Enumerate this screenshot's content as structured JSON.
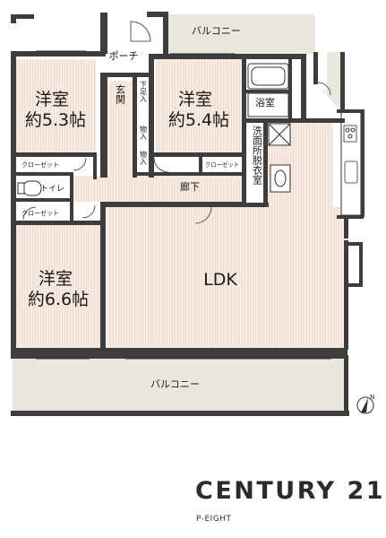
{
  "floorplan": {
    "rooms": {
      "western_room_1": {
        "type": "洋室",
        "size": "約5.3帖"
      },
      "western_room_2": {
        "type": "洋室",
        "size": "約5.4帖"
      },
      "western_room_3": {
        "type": "洋室",
        "size": "約6.6帖"
      },
      "ldk": "LDK",
      "bath": "浴室",
      "washroom": "洗面所脱衣室",
      "toilet": "トイレ",
      "hallway": "廊下",
      "entrance": "玄関",
      "porch": "ポーチ",
      "shoe_storage": "下足入",
      "storage_1": "物入",
      "storage_2": "物入",
      "closet_1": "クローゼット",
      "closet_2": "クローゼット",
      "closet_3": "クローゼット",
      "balcony_top": "バルコニー",
      "balcony_bottom": "バルコニー"
    },
    "compass": "N"
  },
  "brand": {
    "name": "CENTURY 21",
    "office": "P-EIGHT"
  }
}
